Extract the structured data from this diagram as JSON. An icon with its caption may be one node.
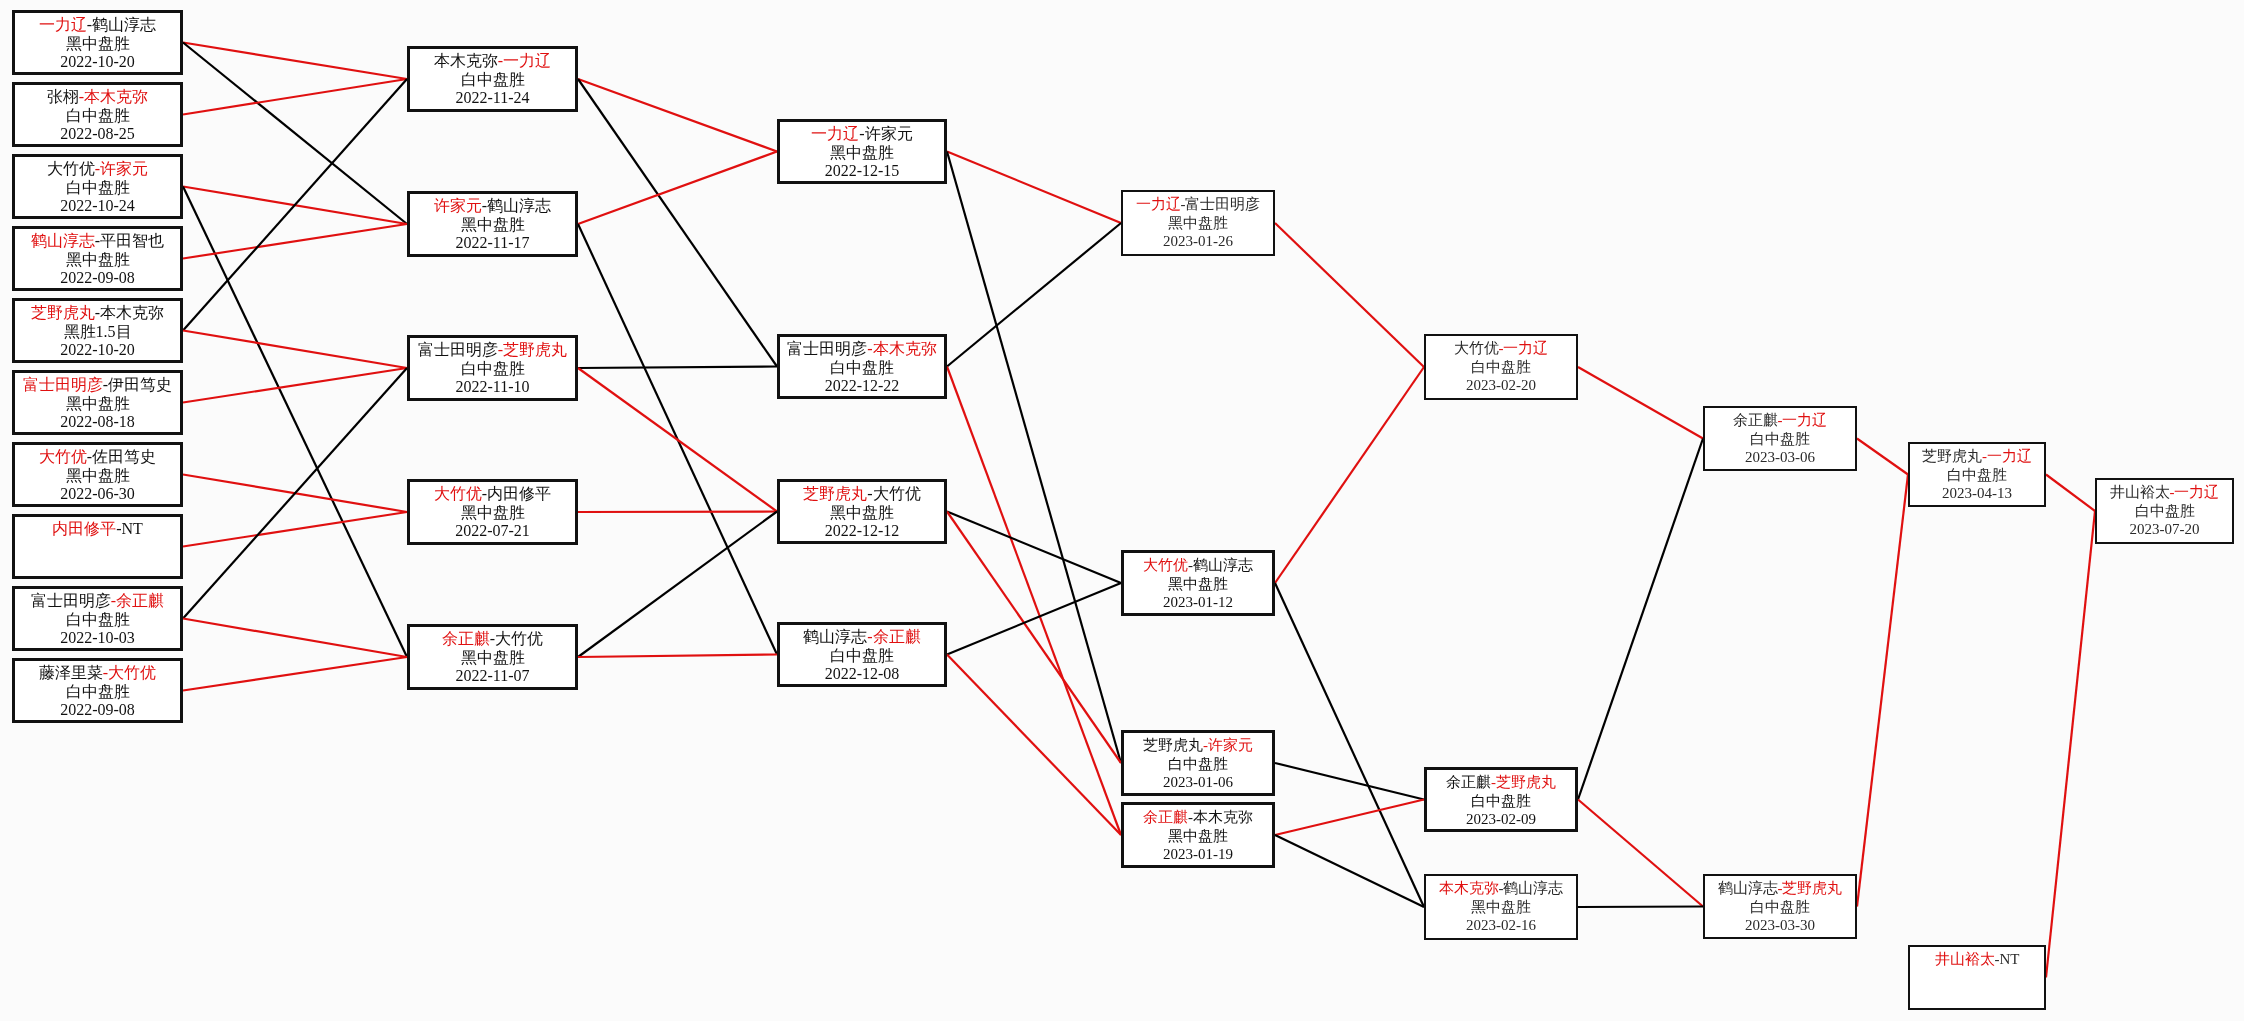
{
  "diagram": {
    "nodes": [
      {
        "text": [
          "一力辽-鹤山淳志",
          "黑中盘胜",
          "2022-10-20"
        ]
      },
      {
        "text": [
          "张栩-本木克弥",
          "白中盘胜",
          "2022-08-25"
        ]
      },
      {
        "text": [
          "大竹优-许家元",
          "白中盘胜",
          "2022-10-24"
        ]
      },
      {
        "text": [
          "鹤山淳志-平田智也",
          "黑中盘胜",
          "2022-09-08"
        ]
      },
      {
        "text": [
          "芝野虎丸-本木克弥",
          "黑胜1.5目",
          "2022-10-20"
        ]
      },
      {
        "text": [
          "富士田明彦-伊田笃史",
          "黑中盘胜",
          "2022-08-18"
        ]
      },
      {
        "text": [
          "大竹优-佐田笃史",
          "黑中盘胜",
          "2022-06-30"
        ]
      },
      {
        "text": [
          "内田修平-NT"
        ]
      },
      {
        "text": [
          "富士田明彦-余正麒",
          "白中盘胜",
          "2022-10-03"
        ]
      },
      {
        "text": [
          "藤泽里菜-大竹优",
          "白中盘胜",
          "2022-09-08"
        ]
      },
      {
        "text": [
          "本木克弥-一力辽",
          "白中盘胜",
          "2022-11-24"
        ]
      },
      {
        "text": [
          "许家元-鹤山淳志",
          "黑中盘胜",
          "2022-11-17"
        ]
      },
      {
        "text": [
          "富士田明彦-芝野虎丸",
          "白中盘胜",
          "2022-11-10"
        ]
      },
      {
        "text": [
          "大竹优-内田修平",
          "黑中盘胜",
          "2022-07-21"
        ]
      },
      {
        "text": [
          "余正麒-大竹优",
          "黑中盘胜",
          "2022-11-07"
        ]
      },
      {
        "text": [
          "一力辽-许家元",
          "黑中盘胜",
          "2022-12-15"
        ]
      },
      {
        "text": [
          "富士田明彦-本木克弥",
          "白中盘胜",
          "2022-12-22"
        ]
      },
      {
        "text": [
          "芝野虎丸-大竹优",
          "黑中盘胜",
          "2022-12-12"
        ]
      },
      {
        "text": [
          "鹤山淳志-余正麒",
          "白中盘胜",
          "2022-12-08"
        ]
      },
      {
        "text": [
          "一力辽-富士田明彦",
          "黑中盘胜",
          "2023-01-26"
        ]
      },
      {
        "text": [
          "大竹优-鹤山淳志",
          "黑中盘胜",
          "2023-01-12"
        ]
      },
      {
        "text": [
          "芝野虎丸-许家元",
          "白中盘胜",
          "2023-01-06"
        ]
      },
      {
        "text": [
          "余正麒-本木克弥",
          "黑中盘胜",
          "2023-01-19"
        ]
      },
      {
        "text": [
          "大竹优-一力辽",
          "白中盘胜",
          "2023-02-20"
        ]
      },
      {
        "text": [
          "余正麒-芝野虎丸",
          "白中盘胜",
          "2023-02-09"
        ]
      },
      {
        "text": [
          "本木克弥-鹤山淳志",
          "黑中盘胜",
          "2023-02-16"
        ]
      },
      {
        "text": [
          "余正麒-一力辽",
          "白中盘胜",
          "2023-03-06"
        ]
      },
      {
        "text": [
          "鹤山淳志-芝野虎丸",
          "白中盘胜",
          "2023-03-30"
        ]
      },
      {
        "text": [
          "芝野虎丸-一力辽",
          "白中盘胜",
          "2023-04-13"
        ]
      },
      {
        "text": [
          "井山裕太-NT"
        ]
      },
      {
        "text": [
          "井山裕太-一力辽",
          "白中盘胜",
          "2023-07-20"
        ]
      }
    ],
    "edges": [
      {
        "from": 0,
        "to": 10,
        "arrow": "none"
      },
      {
        "from": 0,
        "to": 11,
        "arrow": "none",
        "color": "#000000"
      },
      {
        "from": 1,
        "to": 10,
        "arrow": "none"
      },
      {
        "from": 2,
        "to": 11,
        "arrow": "none"
      },
      {
        "from": 2,
        "to": 14,
        "arrow": "none",
        "color": "#000000"
      },
      {
        "from": 3,
        "to": 11,
        "arrow": "none"
      },
      {
        "from": 4,
        "to": 10,
        "arrow": "none",
        "color": "#000000"
      },
      {
        "from": 4,
        "to": 12,
        "arrow": "none"
      },
      {
        "from": 5,
        "to": 12,
        "arrow": "none"
      },
      {
        "from": 6,
        "to": 13,
        "arrow": "none"
      },
      {
        "from": 7,
        "to": 13,
        "arrow": "none"
      },
      {
        "from": 8,
        "to": 12,
        "arrow": "none",
        "color": "#000000"
      },
      {
        "from": 8,
        "to": 14,
        "arrow": "none"
      },
      {
        "from": 9,
        "to": 14,
        "arrow": "none"
      },
      {
        "from": 10,
        "to": 15,
        "arrow": "none"
      },
      {
        "from": 10,
        "to": 16,
        "arrow": "none",
        "color": "#000000"
      },
      {
        "from": 11,
        "to": 15,
        "arrow": "none"
      },
      {
        "from": 11,
        "to": 18,
        "arrow": "none",
        "color": "#000000"
      },
      {
        "from": 12,
        "to": 16,
        "arrow": "none",
        "color": "#000000"
      },
      {
        "from": 12,
        "to": 17,
        "arrow": "none"
      },
      {
        "from": 13,
        "to": 17,
        "arrow": "none"
      },
      {
        "from": 14,
        "to": 17,
        "arrow": "none",
        "color": "#000000"
      },
      {
        "from": 14,
        "to": 18,
        "arrow": "none"
      },
      {
        "from": 15,
        "to": 19,
        "arrow": "none"
      },
      {
        "from": 15,
        "to": 21,
        "arrow": "none",
        "color": "#000000"
      },
      {
        "from": 16,
        "to": 19,
        "arrow": "none",
        "color": "#000000"
      },
      {
        "from": 16,
        "to": 22,
        "arrow": "none"
      },
      {
        "from": 17,
        "to": 20,
        "arrow": "none",
        "color": "#000000"
      },
      {
        "from": 17,
        "to": 21,
        "arrow": "none"
      },
      {
        "from": 18,
        "to": 20,
        "arrow": "none",
        "color": "#000000"
      },
      {
        "from": 18,
        "to": 22,
        "arrow": "none"
      },
      {
        "from": 19,
        "to": 23,
        "arrow": "none"
      },
      {
        "from": 20,
        "to": 23,
        "arrow": "none"
      },
      {
        "from": 20,
        "to": 25,
        "arrow": "none",
        "color": "#000000"
      },
      {
        "from": 21,
        "to": 24,
        "arrow": "none",
        "color": "#000000"
      },
      {
        "from": 22,
        "to": 24,
        "arrow": "none"
      },
      {
        "from": 22,
        "to": 25,
        "arrow": "none",
        "color": "#000000"
      },
      {
        "from": 23,
        "to": 26,
        "arrow": "none"
      },
      {
        "from": 24,
        "to": 26,
        "arrow": "none",
        "color": "#000000"
      },
      {
        "from": 24,
        "to": 27,
        "arrow": "none"
      },
      {
        "from": 25,
        "to": 27,
        "arrow": "none",
        "color": "#000000"
      },
      {
        "from": 26,
        "to": 28,
        "arrow": "none"
      },
      {
        "from": 27,
        "to": 28,
        "arrow": "none"
      },
      {
        "from": 28,
        "to": 30,
        "arrow": "none"
      },
      {
        "from": 29,
        "to": 30,
        "arrow": "none"
      }
    ]
  }
}
